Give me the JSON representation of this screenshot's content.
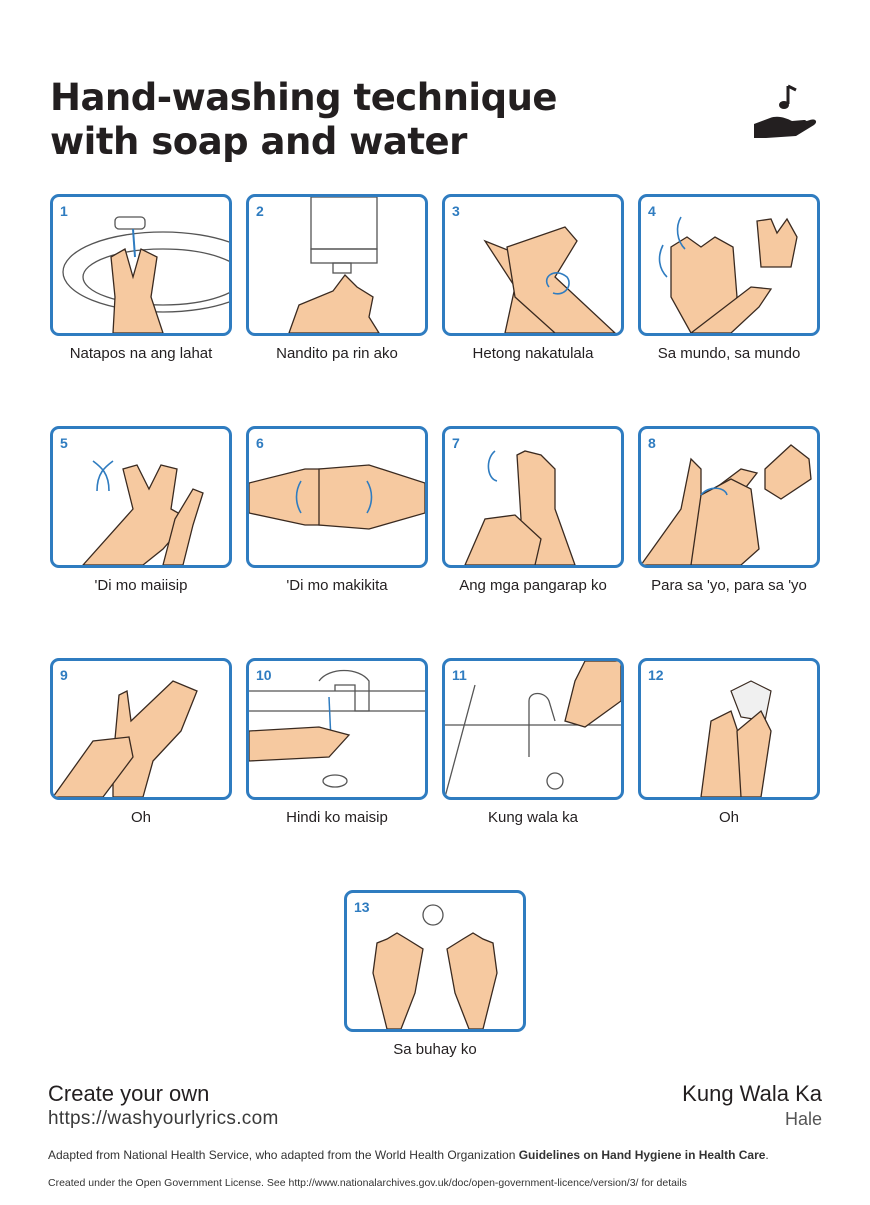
{
  "title": {
    "line1": "Hand-washing technique",
    "line2": "with soap and water"
  },
  "logo_icon": "music-note-hand-icon",
  "steps": [
    {
      "number": "1",
      "caption": "Natapos na ang lahat"
    },
    {
      "number": "2",
      "caption": "Nandito pa rin ako"
    },
    {
      "number": "3",
      "caption": "Hetong nakatulala"
    },
    {
      "number": "4",
      "caption": "Sa mundo, sa mundo"
    },
    {
      "number": "5",
      "caption": "'Di mo maiisip"
    },
    {
      "number": "6",
      "caption": "'Di mo makikita"
    },
    {
      "number": "7",
      "caption": "Ang mga pangarap ko"
    },
    {
      "number": "8",
      "caption": "Para sa 'yo, para sa 'yo"
    },
    {
      "number": "9",
      "caption": "Oh"
    },
    {
      "number": "10",
      "caption": "Hindi ko maisip"
    },
    {
      "number": "11",
      "caption": "Kung wala ka"
    },
    {
      "number": "12",
      "caption": "Oh"
    },
    {
      "number": "13",
      "caption": "Sa buhay ko"
    }
  ],
  "footer": {
    "create": "Create your own",
    "url": "https://washyourlyrics.com",
    "song": "Kung Wala Ka",
    "artist": "Hale",
    "credit_prefix": "Adapted from National Health Service, who adapted from the World Health Organization ",
    "credit_bold": "Guidelines on Hand Hygiene in Health Care",
    "credit_suffix": ".",
    "license": "Created under the Open Government License. See http://www.nationalarchives.gov.uk/doc/open-government-licence/version/3/ for details"
  },
  "colors": {
    "accent": "#2f7cc0",
    "skin": "#f6c9a0",
    "text": "#231f20"
  }
}
